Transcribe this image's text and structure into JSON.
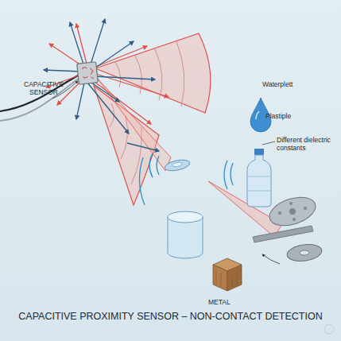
{
  "diagram": {
    "title": "CAPACITIVE PROXIMITY SENSOR – NON-CONTACT DETECTION",
    "labels": [
      "CAPACITIVE SENSOR",
      "Waterplett",
      "Plastiple",
      "Different dielectric constants",
      "METAL"
    ]
  }
}
